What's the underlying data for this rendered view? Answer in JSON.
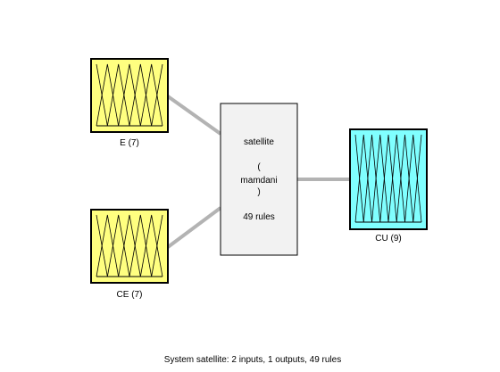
{
  "fis": {
    "name": "satellite",
    "type_open": "(",
    "type": "mamdani",
    "type_close": ")",
    "rules_label": "49 rules"
  },
  "inputs": [
    {
      "label": "E (7)",
      "mf_count": 7,
      "fill": "#ffff80"
    },
    {
      "label": "CE (7)",
      "mf_count": 7,
      "fill": "#ffff80"
    }
  ],
  "outputs": [
    {
      "label": "CU (9)",
      "mf_count": 9,
      "fill": "#80ffff"
    }
  ],
  "colors": {
    "system_box": "#f2f2f2",
    "connector": "#b3b3b3",
    "border": "#000000"
  },
  "footer": {
    "summary": "System satellite: 2 inputs, 1 outputs, 49 rules"
  }
}
